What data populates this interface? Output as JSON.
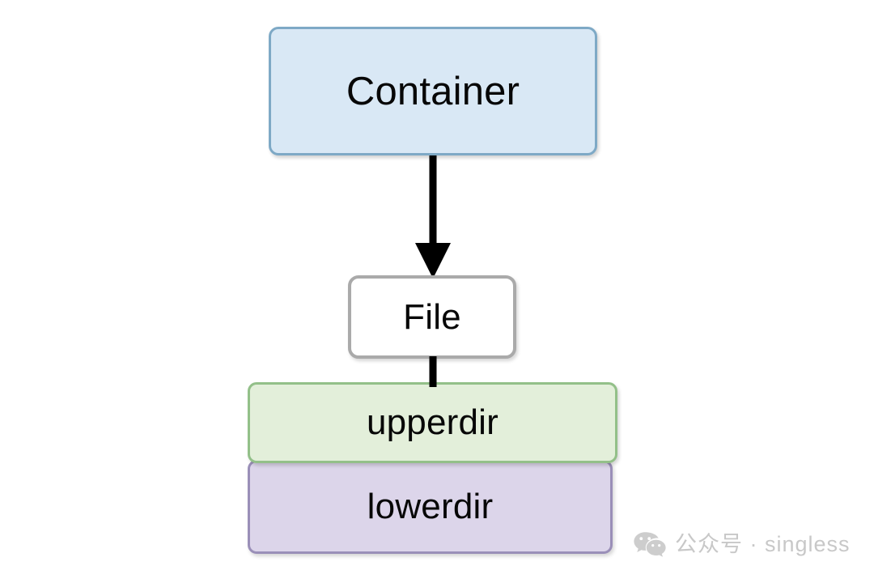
{
  "diagram": {
    "type": "flow-diagram",
    "background_color": "#ffffff",
    "nodes": [
      {
        "id": "container",
        "label": "Container",
        "fill_color": "#d9e8f5",
        "border_color": "#7ea9c6",
        "text_color": "#070707"
      },
      {
        "id": "file",
        "label": "File",
        "fill_color": "#ffffff",
        "border_color": "#aaaaaa",
        "text_color": "#070707"
      },
      {
        "id": "upperdir",
        "label": "upperdir",
        "fill_color": "#e3efda",
        "border_color": "#93c089",
        "text_color": "#070707"
      },
      {
        "id": "lowerdir",
        "label": "lowerdir",
        "fill_color": "#dcd5ea",
        "border_color": "#9a8fb8",
        "text_color": "#070707"
      }
    ],
    "edges": [
      {
        "id": "container-to-file",
        "from": "container",
        "to": "file",
        "style": "solid",
        "arrowhead": "filled-triangle",
        "color": "#000000"
      },
      {
        "id": "file-to-upperdir",
        "from": "file",
        "to": "upperdir",
        "style": "solid",
        "arrowhead": "none",
        "color": "#000000"
      }
    ]
  },
  "watermark": {
    "icon": "wechat-logo-icon",
    "text": "公众号 · singless",
    "color": "#c8c8c8"
  }
}
